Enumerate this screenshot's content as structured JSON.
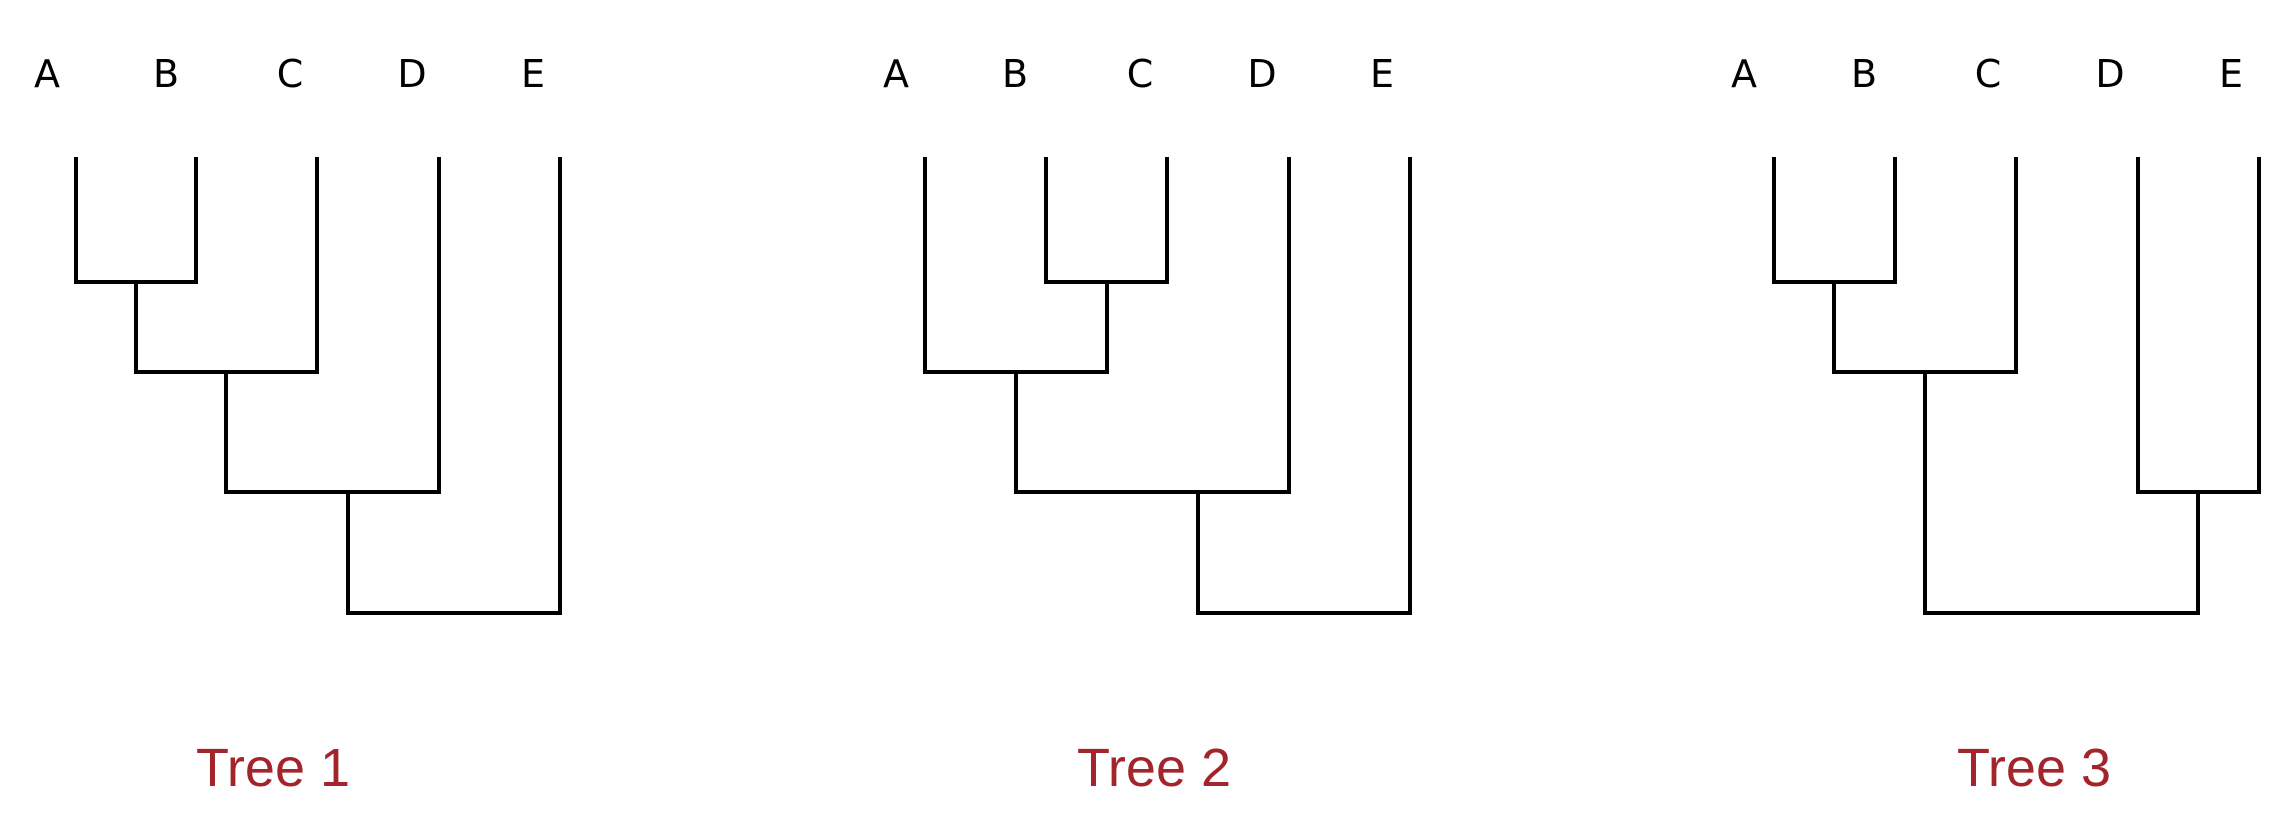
{
  "colors": {
    "branch": "#000000",
    "tip_label": "#000000",
    "title": "#a3242a"
  },
  "trees": [
    {
      "title": "Tree 1",
      "tips": [
        "A",
        "B",
        "C",
        "D",
        "E"
      ],
      "topology": "((((A,B),C),D),E)"
    },
    {
      "title": "Tree 2",
      "tips": [
        "A",
        "B",
        "C",
        "D",
        "E"
      ],
      "topology": "(((A,(B,C)),D),E)"
    },
    {
      "title": "Tree 3",
      "tips": [
        "A",
        "B",
        "C",
        "D",
        "E"
      ],
      "topology": "(((A,B),C),(D,E))"
    }
  ]
}
